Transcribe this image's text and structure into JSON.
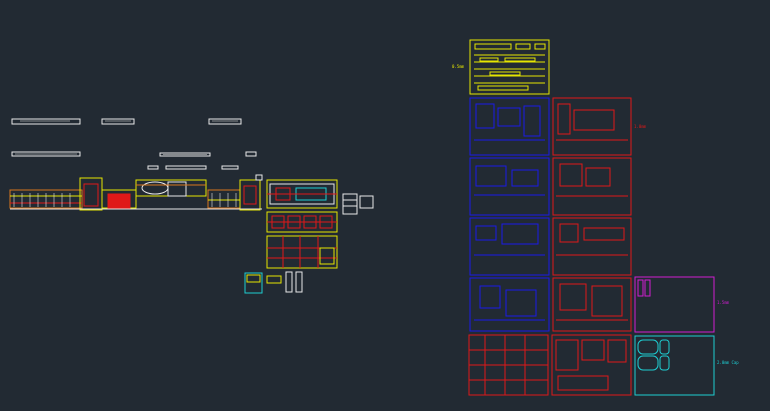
{
  "app": {
    "view": "CAD model space",
    "background": "#222a33"
  },
  "colors": {
    "white": "#e8e8e8",
    "yellow": "#e6e600",
    "red": "#e01818",
    "blue": "#1a1ae8",
    "magenta": "#d21ed2",
    "cyan": "#1ecdd2",
    "orange": "#d8751e"
  },
  "sheet_labels": {
    "yellow_sheet": "0.5mm",
    "red_col_top": "1.0mm",
    "blue_col_side": "",
    "magenta_sheet": "1.5mm",
    "cyan_sheet": "2.0mm Cap"
  }
}
